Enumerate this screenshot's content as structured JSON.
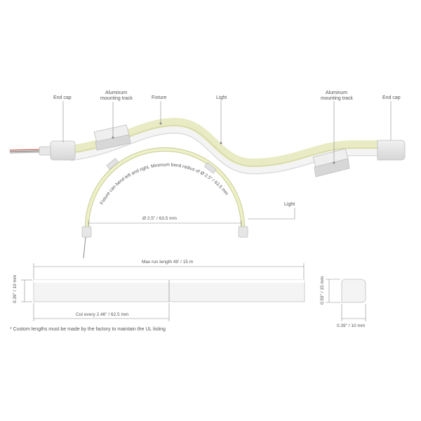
{
  "labels": {
    "end_cap_left": "End cap",
    "track_left": [
      "Aluminum",
      "mounting track"
    ],
    "fixture": "Fixture",
    "light_top": "Light",
    "track_right": [
      "Aluminum",
      "mounting track"
    ],
    "end_cap_right": "End cap",
    "light_arc": "Light"
  },
  "bend_text": "Fixture can bend left and right. Minimum bend radius of Ø 2.5\" / 63.5 mm",
  "dimensions": {
    "bend_diameter": "Ø 2.5\" / 63.5 mm",
    "max_run": "Max run length 49' / 15 m",
    "height_side": "0.39\" / 10 mm",
    "cut_every": "Cut every 2.46\" / 62.5 mm",
    "profile_height": "0.59\" / 15 mm",
    "profile_width": "0.39\" / 10 mm"
  },
  "footnote": "* Custom lengths must be made by the factory to maintain the UL listing",
  "colors": {
    "led": "#e9ebc4",
    "housing": "#e6e6e6",
    "outline": "#bdbdbd",
    "line": "#9a9a9a"
  }
}
